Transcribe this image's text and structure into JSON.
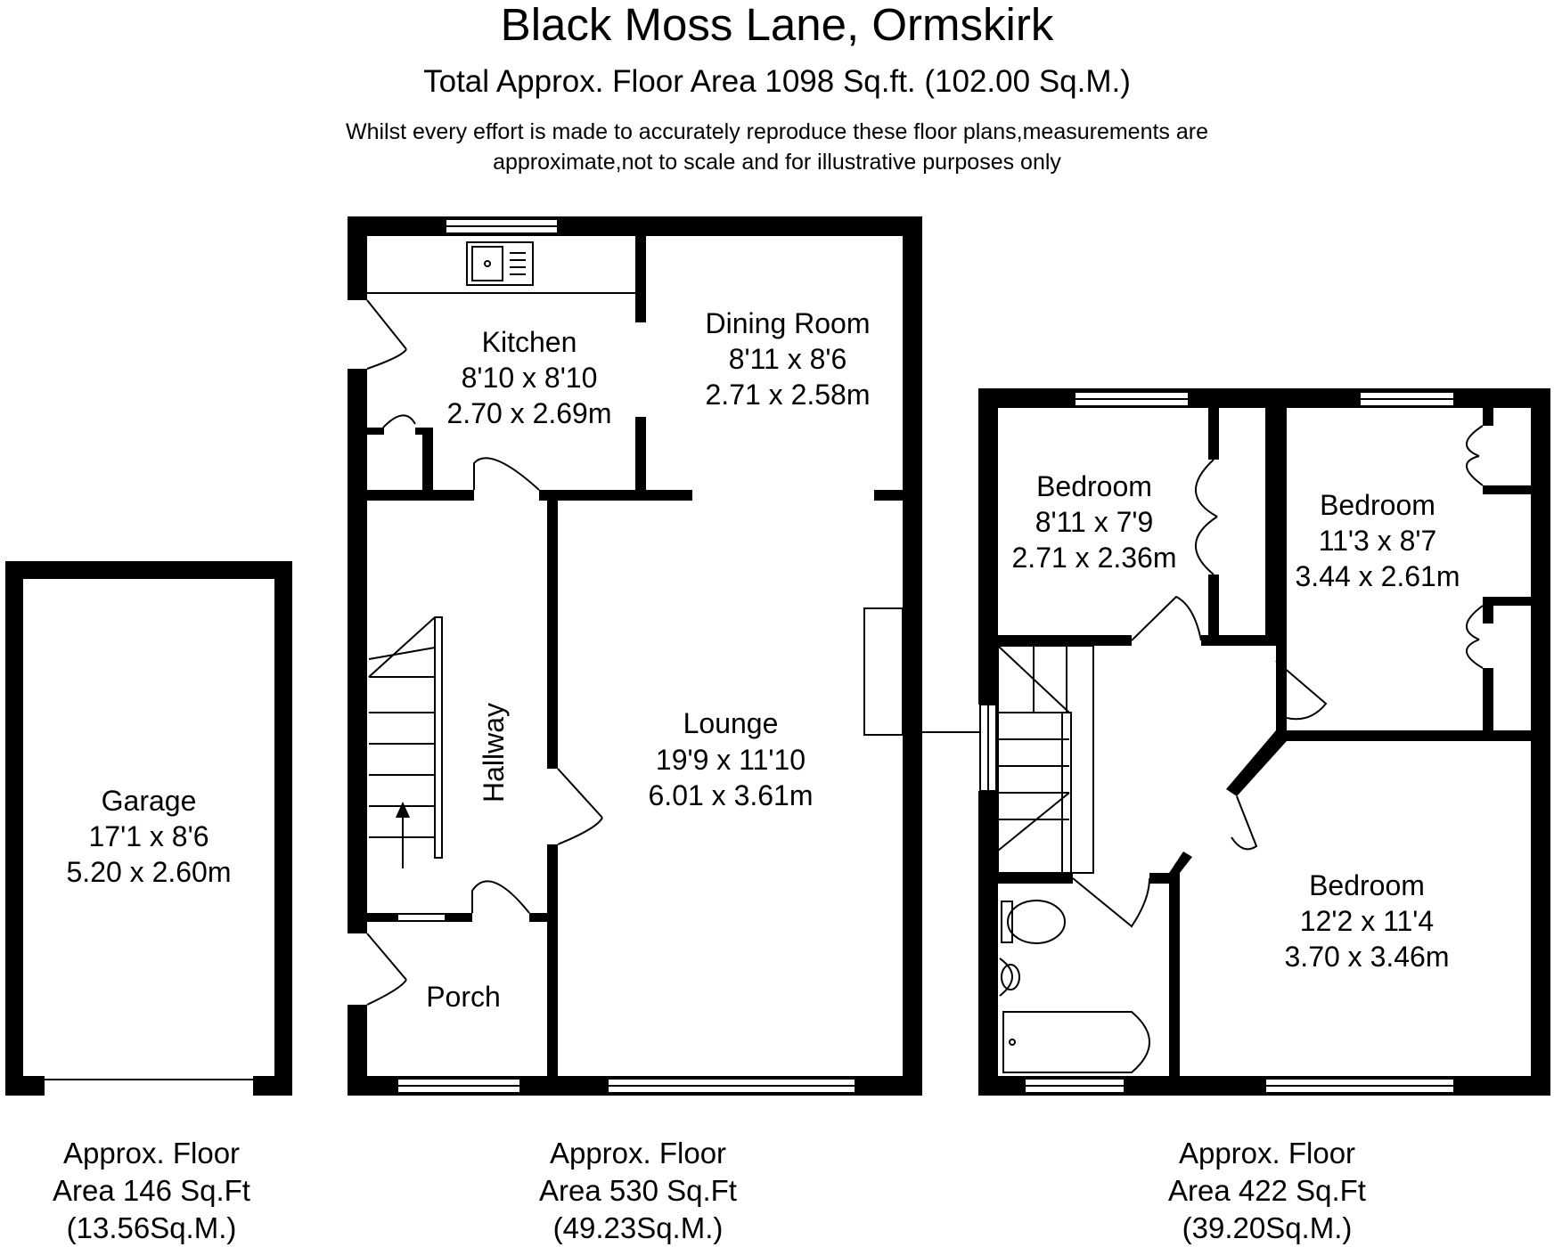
{
  "header": {
    "title": "Black Moss Lane, Ormskirk",
    "subtitle": "Total Approx. Floor Area 1098 Sq.ft. (102.00 Sq.M.)",
    "disclaimer_line1": "Whilst every effort is made to accurately reproduce these floor plans,measurements are",
    "disclaimer_line2": "approximate,not to scale and for illustrative purposes only"
  },
  "rooms": {
    "garage": {
      "name": "Garage",
      "imperial": "17'1 x 8'6",
      "metric": "5.20 x 2.60m"
    },
    "kitchen": {
      "name": "Kitchen",
      "imperial": "8'10 x 8'10",
      "metric": "2.70 x 2.69m"
    },
    "dining": {
      "name": "Dining Room",
      "imperial": "8'11 x 8'6",
      "metric": "2.71 x 2.58m"
    },
    "lounge": {
      "name": "Lounge",
      "imperial": "19'9 x 11'10",
      "metric": "6.01 x 3.61m"
    },
    "hallway": {
      "name": "Hallway"
    },
    "porch": {
      "name": "Porch"
    },
    "bedroom1": {
      "name": "Bedroom",
      "imperial": "8'11 x 7'9",
      "metric": "2.71 x 2.36m"
    },
    "bedroom2": {
      "name": "Bedroom",
      "imperial": "11'3 x 8'7",
      "metric": "3.44 x 2.61m"
    },
    "bedroom3": {
      "name": "Bedroom",
      "imperial": "12'2 x 11'4",
      "metric": "3.70 x 3.46m"
    }
  },
  "areas": {
    "garage": {
      "line1": "Approx. Floor",
      "line2": "Area 146 Sq.Ft",
      "line3": "(13.56Sq.M.)"
    },
    "ground": {
      "line1": "Approx. Floor",
      "line2": "Area 530 Sq.Ft",
      "line3": "(49.23Sq.M.)"
    },
    "first": {
      "line1": "Approx. Floor",
      "line2": "Area 422 Sq.Ft",
      "line3": "(39.20Sq.M.)"
    }
  }
}
